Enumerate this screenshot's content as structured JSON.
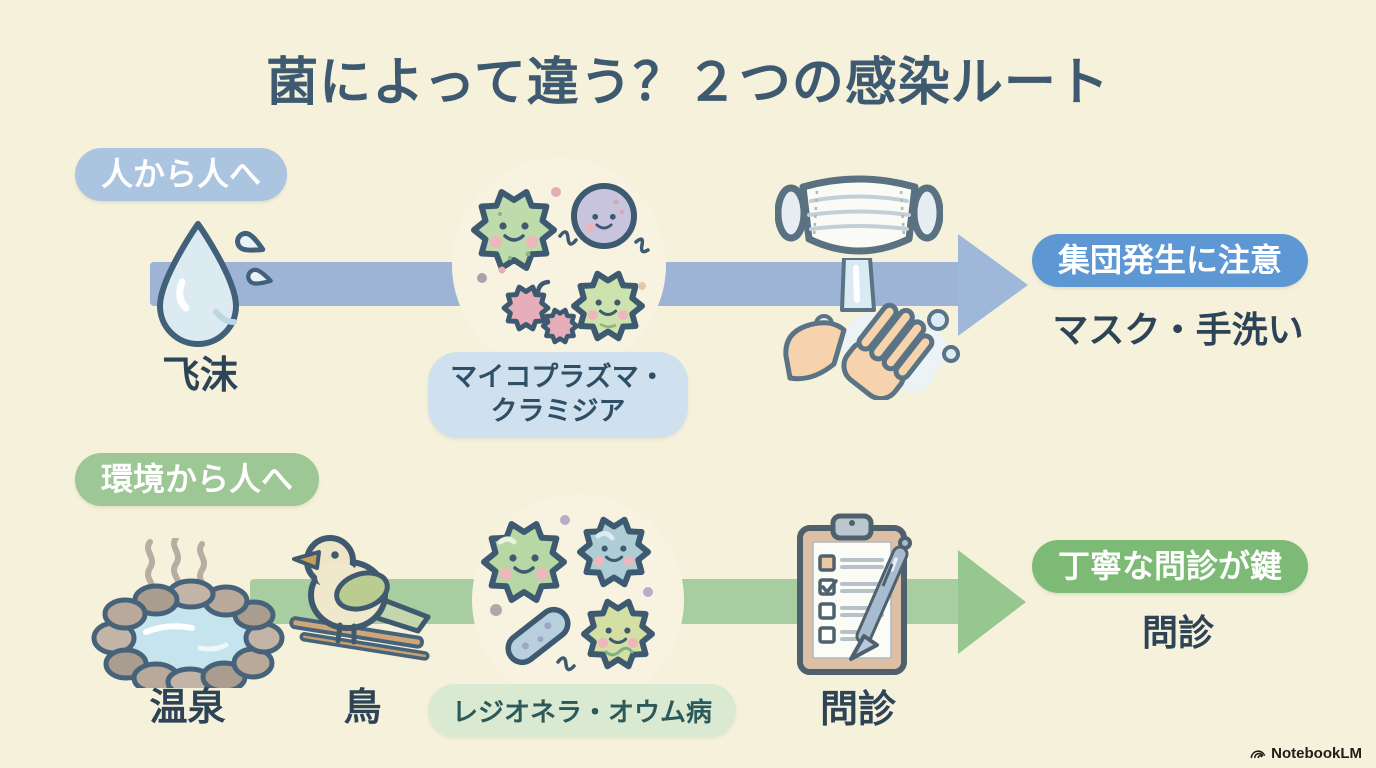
{
  "title": "菌によって違う？２つの感染ルート",
  "colors": {
    "background": "#f6f1da",
    "title_text": "#3e5a70",
    "dark_text": "#2d4356",
    "route1_badge_bg": "#abc4e0",
    "route1_arrow": "#9db4d6",
    "route1_outcome_badge_bg": "#5e98d4",
    "route1_pathogen_label_bg": "#cfe1ee",
    "route2_badge_bg": "#9dc795",
    "route2_arrow": "#a7cda0",
    "route2_outcome_badge_bg": "#7cba75",
    "route2_pathogen_label_bg": "#d9e9d2"
  },
  "routes": [
    {
      "badge": "人から人へ",
      "source_label": "飞沫",
      "pathogen_line1": "マイコプラズマ・",
      "pathogen_line2": "クラミジア",
      "outcome_badge": "集団発生に注意",
      "outcome_text": "マスク・手洗い",
      "icons": [
        "droplet",
        "germ-cluster",
        "face-mask",
        "hand-washing",
        "arrow-right"
      ]
    },
    {
      "badge": "環境から人へ",
      "source1_label": "温泉",
      "source2_label": "鳥",
      "pathogen_label": "レジオネラ・オウム病",
      "action_label": "問診",
      "outcome_badge": "丁寧な問診が鍵",
      "outcome_text": "問診",
      "icons": [
        "hot-spring",
        "bird",
        "germ-cluster",
        "clipboard-checklist",
        "arrow-right"
      ]
    }
  ],
  "footer": {
    "brand": "NotebookLM"
  }
}
